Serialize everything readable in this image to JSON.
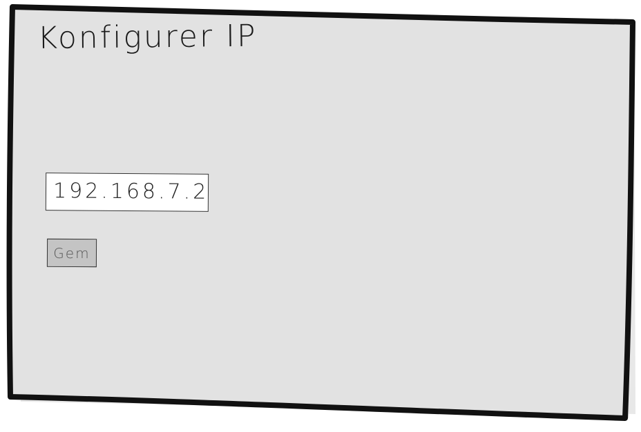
{
  "window": {
    "title": "Konfigurer IP"
  },
  "form": {
    "ip_value": "192.168.7.2",
    "save_label": "Gem"
  },
  "colors": {
    "panel": "#e2e2e2",
    "border": "#111111",
    "button": "#c4c4c4",
    "field": "#ffffff"
  }
}
